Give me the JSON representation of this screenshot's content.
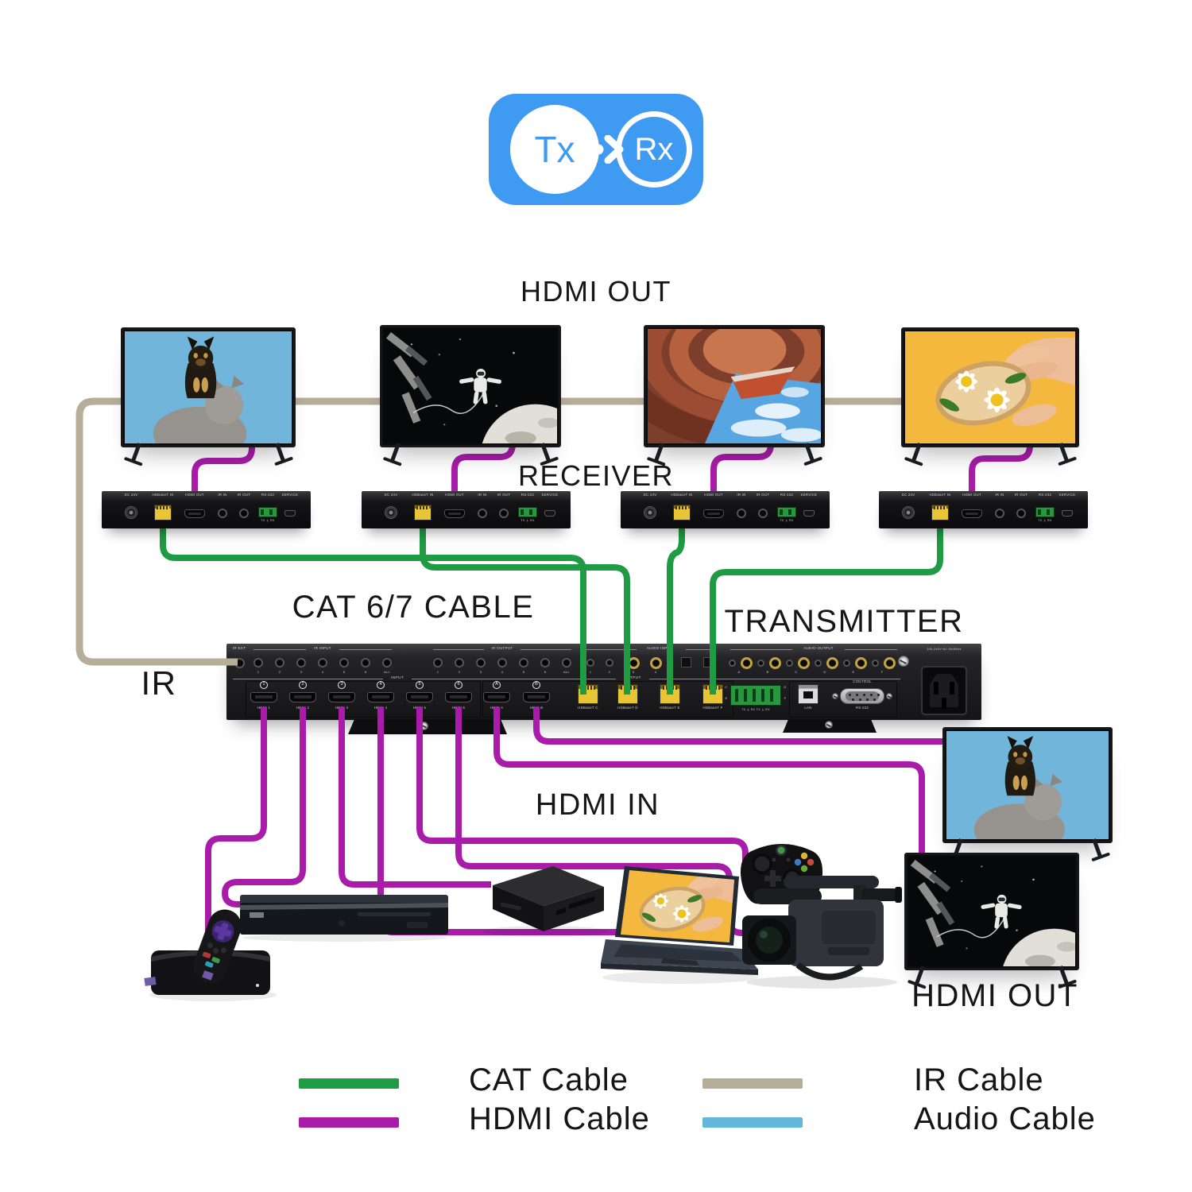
{
  "badge": {
    "tx_label": "Tx",
    "rx_label": "Rx",
    "color": "#3f9bf2"
  },
  "labels": {
    "hdmi_out_top": "HDMI OUT",
    "receiver": "RECEIVER",
    "cat_cable": "CAT 6/7 CABLE",
    "transmitter": "TRANSMITTER",
    "ir": "IR",
    "hdmi_in": "HDMI IN",
    "hdmi_out_bottom": "HDMI OUT"
  },
  "cables": {
    "cat": "#1e9b43",
    "hdmi": "#a91caa",
    "ir": "#b6ae99",
    "audio": "#63b7da"
  },
  "legend": {
    "items": [
      {
        "key": "cat",
        "label": "CAT Cable"
      },
      {
        "key": "hdmi",
        "label": "HDMI Cable"
      },
      {
        "key": "ir",
        "label": "IR Cable"
      },
      {
        "key": "audio",
        "label": "Audio Cable"
      }
    ]
  },
  "receiver_ports": {
    "dc": "DC 24V",
    "hdbaset_in": "HDBaseT IN",
    "hdmi_out": "HDMI OUT",
    "ir_in": "IR IN",
    "ir_out": "IR OUT",
    "rs232": "RS-232",
    "service": "SERVICE",
    "txrx": "TX ⏚ RX"
  },
  "transmitter_panel": {
    "ir_ext": "IR EXT",
    "ir_input": "IR INPUT",
    "ir_output": "IR OUTPUT",
    "audio_input": "AUDIO INPUT",
    "audio_output": "AUDIO OUTPUT",
    "jack_numbers": [
      "1",
      "2",
      "3",
      "4",
      "5",
      "6",
      "ALL"
    ],
    "audio_in_numbers": [
      "1",
      "2",
      "3",
      "4"
    ],
    "audio_out_letters": [
      "A",
      "B",
      "C",
      "D",
      "E",
      "F"
    ],
    "input": "INPUT",
    "output": "OUTPUT",
    "hdmi_inputs": [
      "HDMI 1",
      "HDMI 2",
      "HDMI 3",
      "HDMI 4",
      "HDMI 5",
      "HDMI 6"
    ],
    "hdmi_input_numbers": [
      "1",
      "2",
      "3",
      "4",
      "5",
      "6"
    ],
    "hdmi_outputs": [
      "HDMI A",
      "HDMI B"
    ],
    "hdmi_output_letters": [
      "A",
      "B"
    ],
    "hdbaset_ports": [
      "HDBaseT C",
      "HDBaseT D",
      "HDBaseT E",
      "HDBaseT F"
    ],
    "phoenix_letters": [
      "C",
      "D",
      "E",
      "F"
    ],
    "phoenix_label": "TX ⏚ RX  TX ⏚ RX",
    "lan": "LAN",
    "control": "CONTROL",
    "rs232": "RS-232",
    "power": "100-240V AC 50/60Hz"
  }
}
